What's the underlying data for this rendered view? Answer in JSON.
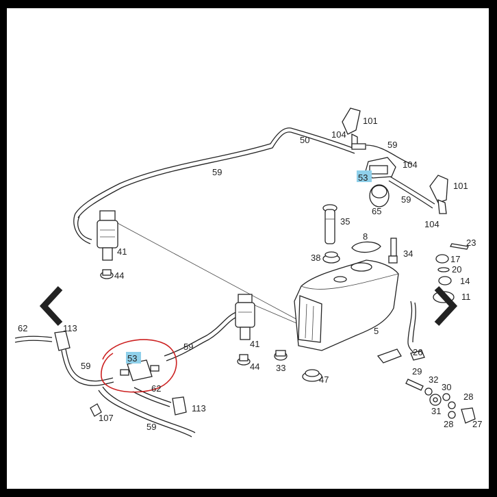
{
  "diagram": {
    "labels": {
      "p101a": "101",
      "p104a": "104",
      "p50": "50",
      "p59top": "59",
      "p59mid": "59",
      "p104b": "104",
      "p53top": "53",
      "p65": "65",
      "p59r": "59",
      "p101b": "101",
      "p104c": "104",
      "p35": "35",
      "p8": "8",
      "p34": "34",
      "p23": "23",
      "p38": "38",
      "p17": "17",
      "p20": "20",
      "p14": "14",
      "p11": "11",
      "p41a": "41",
      "p44a": "44",
      "p5": "5",
      "p41b": "41",
      "p44b": "44",
      "p33": "33",
      "p47": "47",
      "p26": "26",
      "p62a": "62",
      "p113a": "113",
      "p59l": "59",
      "p53low": "53",
      "p59low": "59",
      "p62b": "62",
      "p107": "107",
      "p113b": "113",
      "p59bot": "59",
      "p29": "29",
      "p32": "32",
      "p30": "30",
      "p28a": "28",
      "p31": "31",
      "p28b": "28",
      "p27": "27"
    },
    "highlight_color": "#8fd0ea",
    "circle_color": "#cc2020"
  },
  "navigation": {
    "prev_icon": "chevron-left-icon",
    "next_icon": "chevron-right-icon"
  }
}
